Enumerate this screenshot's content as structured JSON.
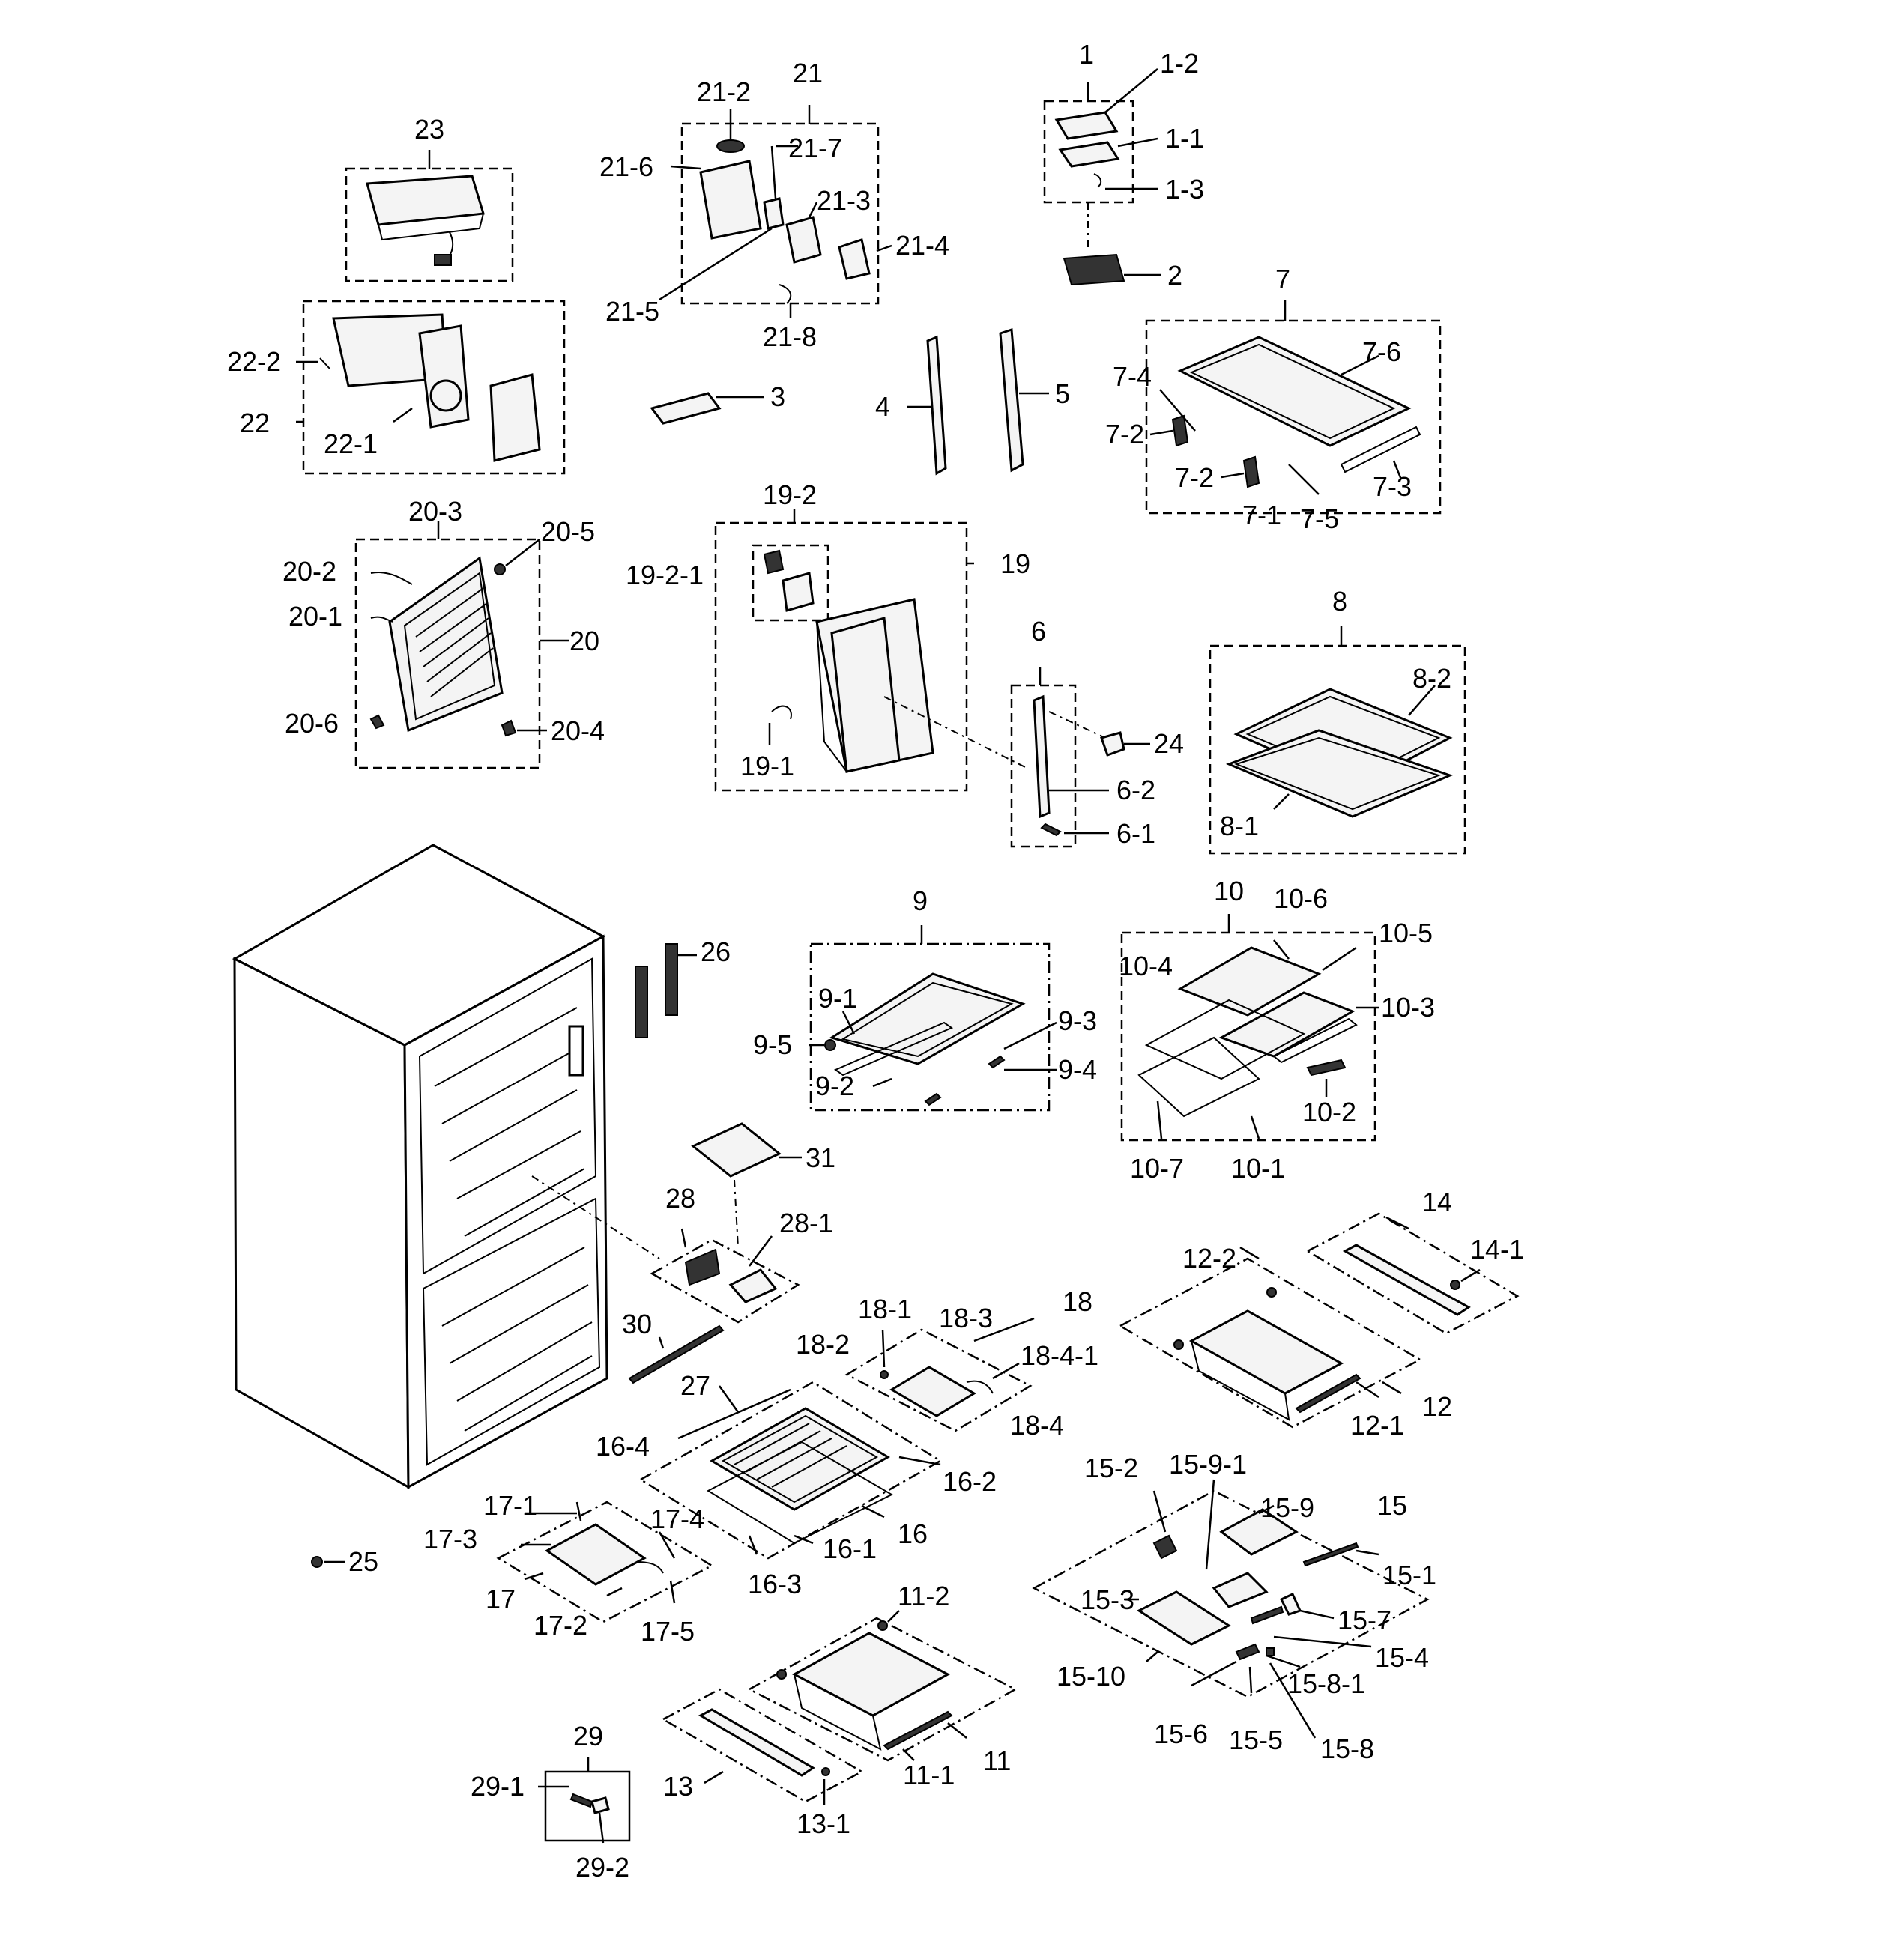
{
  "labels": [
    {
      "id": "p1",
      "text": "1"
    },
    {
      "id": "p1-2",
      "text": "1-2"
    },
    {
      "id": "p1-1",
      "text": "1-1"
    },
    {
      "id": "p1-3",
      "text": "1-3"
    },
    {
      "id": "p2",
      "text": "2"
    },
    {
      "id": "p3",
      "text": "3"
    },
    {
      "id": "p4",
      "text": "4"
    },
    {
      "id": "p5",
      "text": "5"
    },
    {
      "id": "p6",
      "text": "6"
    },
    {
      "id": "p6-2",
      "text": "6-2"
    },
    {
      "id": "p6-1",
      "text": "6-1"
    },
    {
      "id": "p7",
      "text": "7"
    },
    {
      "id": "p7-6",
      "text": "7-6"
    },
    {
      "id": "p7-4",
      "text": "7-4"
    },
    {
      "id": "p7-2a",
      "text": "7-2"
    },
    {
      "id": "p7-2b",
      "text": "7-2"
    },
    {
      "id": "p7-1",
      "text": "7-1"
    },
    {
      "id": "p7-5",
      "text": "7-5"
    },
    {
      "id": "p7-3",
      "text": "7-3"
    },
    {
      "id": "p8",
      "text": "8"
    },
    {
      "id": "p8-2",
      "text": "8-2"
    },
    {
      "id": "p8-1",
      "text": "8-1"
    },
    {
      "id": "p9",
      "text": "9"
    },
    {
      "id": "p9-1",
      "text": "9-1"
    },
    {
      "id": "p9-5",
      "text": "9-5"
    },
    {
      "id": "p9-2",
      "text": "9-2"
    },
    {
      "id": "p9-3",
      "text": "9-3"
    },
    {
      "id": "p9-4",
      "text": "9-4"
    },
    {
      "id": "p10",
      "text": "10"
    },
    {
      "id": "p10-6",
      "text": "10-6"
    },
    {
      "id": "p10-5",
      "text": "10-5"
    },
    {
      "id": "p10-4",
      "text": "10-4"
    },
    {
      "id": "p10-3",
      "text": "10-3"
    },
    {
      "id": "p10-2",
      "text": "10-2"
    },
    {
      "id": "p10-7",
      "text": "10-7"
    },
    {
      "id": "p10-1",
      "text": "10-1"
    },
    {
      "id": "p11",
      "text": "11"
    },
    {
      "id": "p11-2",
      "text": "11-2"
    },
    {
      "id": "p11-1",
      "text": "11-1"
    },
    {
      "id": "p12",
      "text": "12"
    },
    {
      "id": "p12-2",
      "text": "12-2"
    },
    {
      "id": "p12-1",
      "text": "12-1"
    },
    {
      "id": "p13",
      "text": "13"
    },
    {
      "id": "p13-1",
      "text": "13-1"
    },
    {
      "id": "p14",
      "text": "14"
    },
    {
      "id": "p14-1",
      "text": "14-1"
    },
    {
      "id": "p15",
      "text": "15"
    },
    {
      "id": "p15-2",
      "text": "15-2"
    },
    {
      "id": "p15-9-1",
      "text": "15-9-1"
    },
    {
      "id": "p15-9",
      "text": "15-9"
    },
    {
      "id": "p15-1",
      "text": "15-1"
    },
    {
      "id": "p15-3",
      "text": "15-3"
    },
    {
      "id": "p15-7",
      "text": "15-7"
    },
    {
      "id": "p15-4",
      "text": "15-4"
    },
    {
      "id": "p15-10",
      "text": "15-10"
    },
    {
      "id": "p15-8-1",
      "text": "15-8-1"
    },
    {
      "id": "p15-6",
      "text": "15-6"
    },
    {
      "id": "p15-5",
      "text": "15-5"
    },
    {
      "id": "p15-8",
      "text": "15-8"
    },
    {
      "id": "p16",
      "text": "16"
    },
    {
      "id": "p16-4",
      "text": "16-4"
    },
    {
      "id": "p16-2",
      "text": "16-2"
    },
    {
      "id": "p16-1",
      "text": "16-1"
    },
    {
      "id": "p16-3",
      "text": "16-3"
    },
    {
      "id": "p17",
      "text": "17"
    },
    {
      "id": "p17-1",
      "text": "17-1"
    },
    {
      "id": "p17-3",
      "text": "17-3"
    },
    {
      "id": "p17-4",
      "text": "17-4"
    },
    {
      "id": "p17-2",
      "text": "17-2"
    },
    {
      "id": "p17-5",
      "text": "17-5"
    },
    {
      "id": "p18",
      "text": "18"
    },
    {
      "id": "p18-1",
      "text": "18-1"
    },
    {
      "id": "p18-3",
      "text": "18-3"
    },
    {
      "id": "p18-2",
      "text": "18-2"
    },
    {
      "id": "p18-4-1",
      "text": "18-4-1"
    },
    {
      "id": "p18-4",
      "text": "18-4"
    },
    {
      "id": "p19",
      "text": "19"
    },
    {
      "id": "p19-2",
      "text": "19-2"
    },
    {
      "id": "p19-2-1",
      "text": "19-2-1"
    },
    {
      "id": "p19-1",
      "text": "19-1"
    },
    {
      "id": "p20",
      "text": "20"
    },
    {
      "id": "p20-3",
      "text": "20-3"
    },
    {
      "id": "p20-5",
      "text": "20-5"
    },
    {
      "id": "p20-2",
      "text": "20-2"
    },
    {
      "id": "p20-1",
      "text": "20-1"
    },
    {
      "id": "p20-6",
      "text": "20-6"
    },
    {
      "id": "p20-4",
      "text": "20-4"
    },
    {
      "id": "p21",
      "text": "21"
    },
    {
      "id": "p21-2",
      "text": "21-2"
    },
    {
      "id": "p21-6",
      "text": "21-6"
    },
    {
      "id": "p21-7",
      "text": "21-7"
    },
    {
      "id": "p21-3",
      "text": "21-3"
    },
    {
      "id": "p21-4",
      "text": "21-4"
    },
    {
      "id": "p21-5",
      "text": "21-5"
    },
    {
      "id": "p21-8",
      "text": "21-8"
    },
    {
      "id": "p22",
      "text": "22"
    },
    {
      "id": "p22-2",
      "text": "22-2"
    },
    {
      "id": "p22-1",
      "text": "22-1"
    },
    {
      "id": "p23",
      "text": "23"
    },
    {
      "id": "p24",
      "text": "24"
    },
    {
      "id": "p25",
      "text": "25"
    },
    {
      "id": "p26",
      "text": "26"
    },
    {
      "id": "p27",
      "text": "27"
    },
    {
      "id": "p28",
      "text": "28"
    },
    {
      "id": "p28-1",
      "text": "28-1"
    },
    {
      "id": "p29",
      "text": "29"
    },
    {
      "id": "p29-1",
      "text": "29-1"
    },
    {
      "id": "p29-2",
      "text": "29-2"
    },
    {
      "id": "p30",
      "text": "30"
    },
    {
      "id": "p31",
      "text": "31"
    }
  ]
}
